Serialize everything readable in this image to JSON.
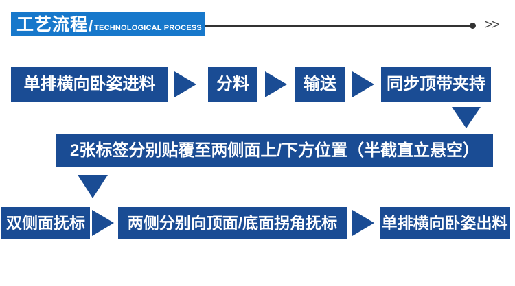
{
  "header": {
    "title_zh": "工艺流程",
    "slash": "/",
    "title_en": "TECHNOLOGICAL PROCESS",
    "more_indicator": ">>"
  },
  "colors": {
    "header_blue": "#1778cb",
    "box_blue": "#1a4c94",
    "rule_dark": "#333333",
    "text_white": "#ffffff"
  },
  "flow": {
    "steps": [
      {
        "label": "单排横向卧姿进料"
      },
      {
        "label": "分料"
      },
      {
        "label": "输送"
      },
      {
        "label": "同步顶带夹持"
      },
      {
        "label": "2张标签分别贴覆至两侧面上/下方位置（半截直立悬空）"
      },
      {
        "label": "双侧面抚标"
      },
      {
        "label": "两侧分别向顶面/底面拐角抚标"
      },
      {
        "label": "单排横向卧姿出料"
      }
    ]
  }
}
